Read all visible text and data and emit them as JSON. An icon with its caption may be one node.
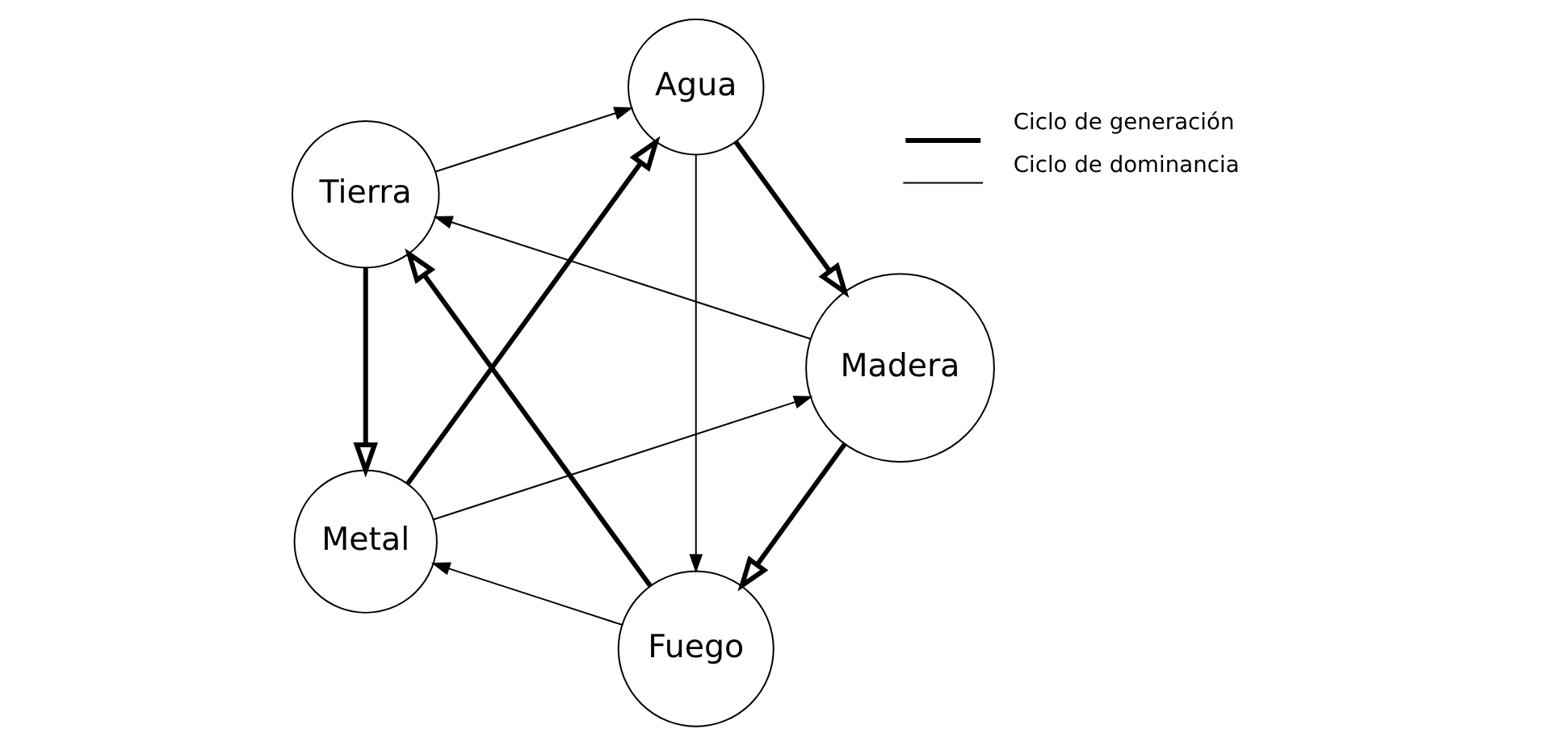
{
  "diagram": {
    "nodes": [
      {
        "text": [
          "Fuego"
        ]
      },
      {
        "text": [
          "Madera"
        ]
      },
      {
        "text": [
          "Tierra"
        ]
      },
      {
        "text": [
          "Agua"
        ]
      },
      {
        "text": [
          "Metal"
        ]
      }
    ],
    "edges": [
      {
        "from": 1,
        "to": 0,
        "arrow": "to",
        "style": "thick"
      },
      {
        "from": 0,
        "to": 2,
        "arrow": "to",
        "style": "thick"
      },
      {
        "from": 2,
        "to": 4,
        "arrow": "to",
        "style": "thick"
      },
      {
        "from": 4,
        "to": 3,
        "arrow": "to",
        "style": "thick"
      },
      {
        "from": 3,
        "to": 1,
        "arrow": "to",
        "style": "thick"
      },
      {
        "from": 1,
        "to": 2,
        "arrow": "to"
      },
      {
        "from": 2,
        "to": 3,
        "arrow": "to"
      },
      {
        "from": 3,
        "to": 0,
        "arrow": "to"
      },
      {
        "from": 0,
        "to": 4,
        "arrow": "to"
      },
      {
        "from": 4,
        "to": 1,
        "arrow": "to"
      }
    ],
    "legend": [
      {
        "text": "Ciclo de generación"
      },
      {
        "text": "Ciclo de dominancia"
      }
    ]
  }
}
